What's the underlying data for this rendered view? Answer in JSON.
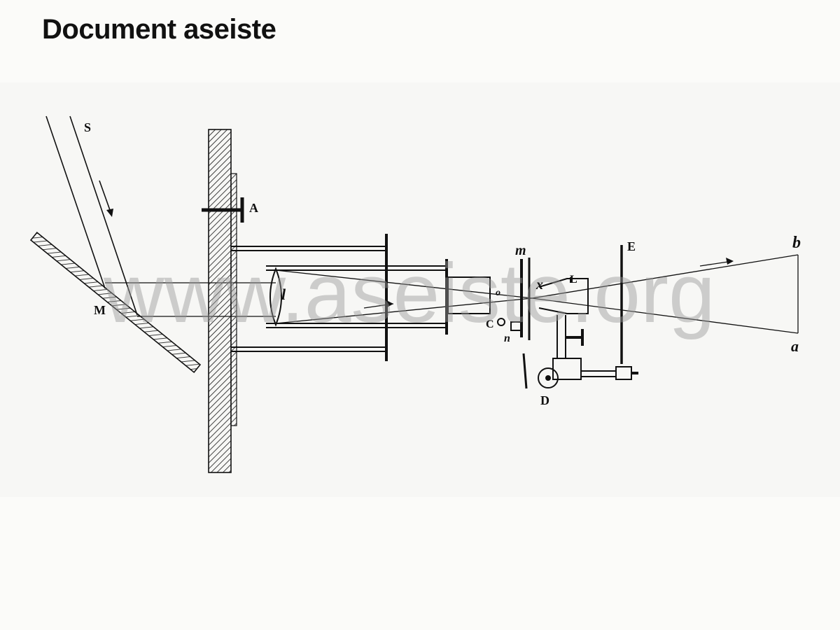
{
  "page": {
    "title": "Document aseiste"
  },
  "watermark": {
    "text": "www.aseiste.org"
  },
  "labels": {
    "S": "S",
    "A": "A",
    "M": "M",
    "l": "l",
    "m": "m",
    "E": "E",
    "b": "b",
    "x": "x",
    "L": "L",
    "C": "C",
    "n": "n",
    "a": "a",
    "D": "D",
    "o": "o"
  },
  "colors": {
    "ink": "#111111",
    "background": "#fbfbf9",
    "plate": "#f7f7f5",
    "watermark": "#9a9a9a"
  }
}
